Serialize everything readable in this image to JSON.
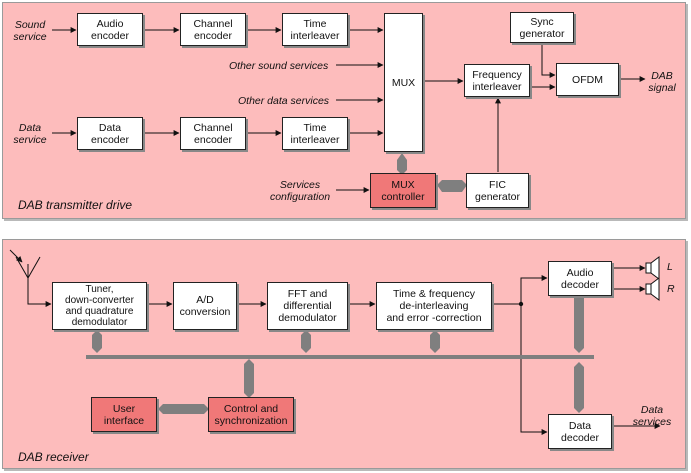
{
  "transmitter": {
    "title": "DAB transmitter drive",
    "inputs": {
      "sound_service": "Sound\nservice",
      "data_service": "Data\nservice",
      "other_sound": "Other sound services",
      "other_data": "Other data services",
      "services_config": "Services\nconfiguration"
    },
    "output": "DAB\nsignal",
    "boxes": {
      "audio_encoder": "Audio\nencoder",
      "channel_encoder_1": "Channel\nencoder",
      "time_interleaver_1": "Time\ninterleaver",
      "data_encoder": "Data\nencoder",
      "channel_encoder_2": "Channel\nencoder",
      "time_interleaver_2": "Time\ninterleaver",
      "mux": "MUX",
      "mux_controller": "MUX\ncontroller",
      "fic_generator": "FIC\ngenerator",
      "frequency_interleaver": "Frequency\ninterleaver",
      "sync_generator": "Sync\ngenerator",
      "ofdm": "OFDM"
    }
  },
  "receiver": {
    "title": "DAB receiver",
    "boxes": {
      "tuner": "Tuner,\ndown-converter\nand quadrature\ndemodulator",
      "ad_conversion": "A/D\nconversion",
      "fft": "FFT and\ndifferential\ndemodulator",
      "time_freq": "Time & frequency\nde-interleaving\nand error -correction",
      "audio_decoder": "Audio\ndecoder",
      "data_decoder": "Data\ndecoder",
      "user_interface": "User\ninterface",
      "control_sync": "Control and\nsynchronization"
    },
    "outputs": {
      "left": "L",
      "right": "R",
      "data_services": "Data\nservices"
    }
  },
  "colors": {
    "panel": "#fdbcbc",
    "highlight_box": "#f07878",
    "bus": "#7f7f7f"
  }
}
